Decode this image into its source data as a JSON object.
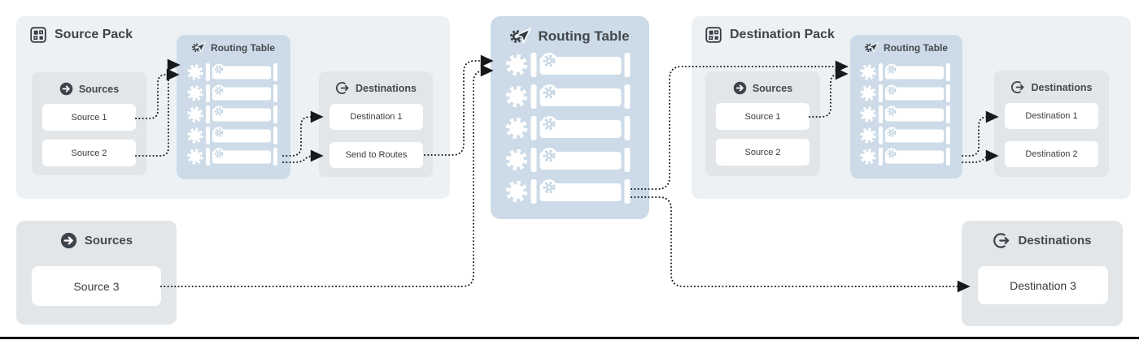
{
  "colors": {
    "pack_bg": "#eef1f4",
    "box_bg": "#e2e6e9",
    "routing_table_bg": "#ccdbe7",
    "item_bg": "#ffffff",
    "icon_dark": "#363d44",
    "connector": "#17191b",
    "inline_gear_blue": "#c2d5e3"
  },
  "icons": {
    "pack": "pack-grid-icon",
    "routing": "routing-gear-arrow-icon",
    "sources": "arrow-in-circle-icon",
    "destinations": "arrow-out-circle-icon",
    "row": "gear-and-pipe-row"
  },
  "source_pack": {
    "title": "Source Pack",
    "sources": {
      "title": "Sources",
      "items": [
        "Source 1",
        "Source 2"
      ]
    },
    "routing": {
      "title": "Routing Table",
      "rows": 5
    },
    "destinations": {
      "title": "Destinations",
      "items": [
        "Destination 1",
        "Send to Routes"
      ]
    }
  },
  "central_routing": {
    "title": "Routing Table",
    "rows": 5
  },
  "destination_pack": {
    "title": "Destination Pack",
    "sources": {
      "title": "Sources",
      "items": [
        "Source 1",
        "Source 2"
      ]
    },
    "routing": {
      "title": "Routing Table",
      "rows": 5
    },
    "destinations": {
      "title": "Destinations",
      "items": [
        "Destination 1",
        "Destination 2"
      ]
    }
  },
  "standalone_sources": {
    "title": "Sources",
    "items": [
      "Source 3"
    ]
  },
  "standalone_destinations": {
    "title": "Destinations",
    "items": [
      "Destination 3"
    ]
  }
}
